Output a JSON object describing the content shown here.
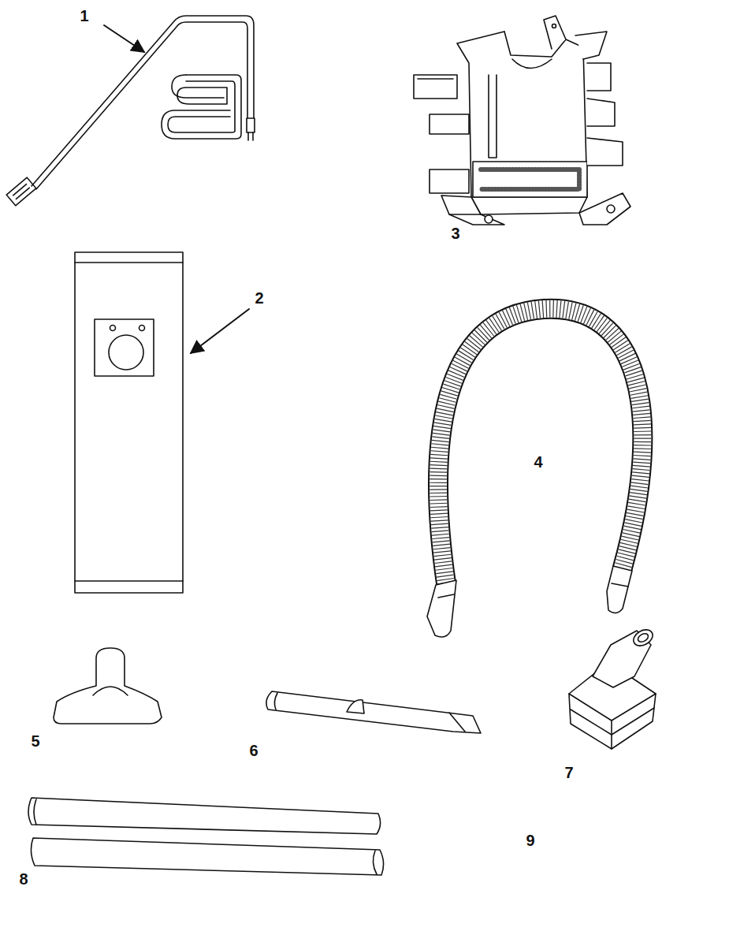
{
  "diagram": {
    "labels": [
      "1",
      "3",
      "2",
      "4",
      "5",
      "6",
      "7",
      "9",
      "8"
    ]
  }
}
